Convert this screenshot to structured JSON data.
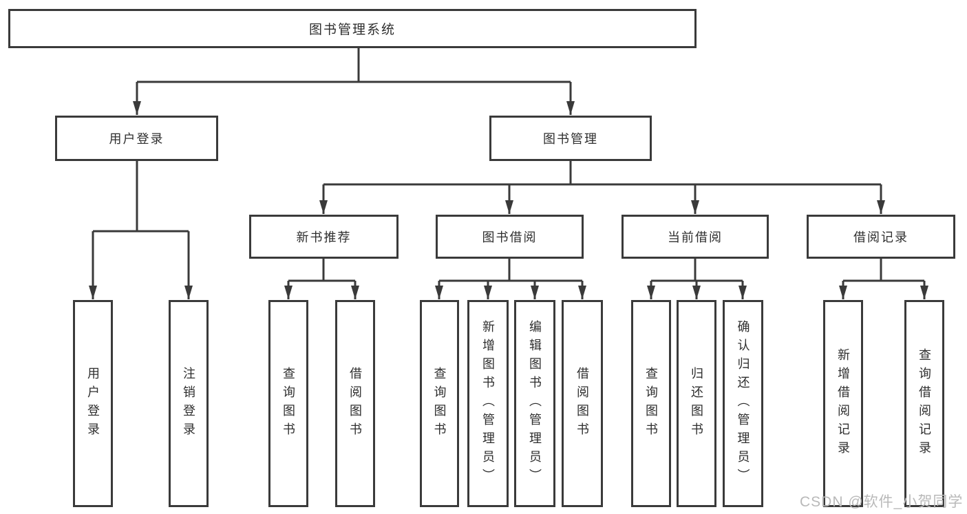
{
  "diagram": {
    "root": {
      "label": "图书管理系统"
    },
    "level1": [
      {
        "label": "用户登录"
      },
      {
        "label": "图书管理"
      }
    ],
    "level2": [
      {
        "label": "新书推荐"
      },
      {
        "label": "图书借阅"
      },
      {
        "label": "当前借阅"
      },
      {
        "label": "借阅记录"
      }
    ],
    "leaves": {
      "user_login": [
        {
          "label": "用户登录"
        },
        {
          "label": "注销登录"
        }
      ],
      "new_book_recommend": [
        {
          "label": "查询图书"
        },
        {
          "label": "借阅图书"
        }
      ],
      "book_borrow": [
        {
          "label": "查询图书"
        },
        {
          "label": "新增图书（管理员）"
        },
        {
          "label": "编辑图书（管理员）"
        },
        {
          "label": "借阅图书"
        }
      ],
      "current_borrow": [
        {
          "label": "查询图书"
        },
        {
          "label": "归还图书"
        },
        {
          "label": "确认归还（管理员）"
        }
      ],
      "borrow_records": [
        {
          "label": "新增借阅记录"
        },
        {
          "label": "查询借阅记录"
        }
      ]
    },
    "colors": {
      "line": "#3a3a3a",
      "text": "#2e2e2e",
      "box_background": "#ffffff"
    }
  },
  "watermark": {
    "text": "CSDN @软件_小贺同学",
    "color": "#b9b9b9"
  }
}
